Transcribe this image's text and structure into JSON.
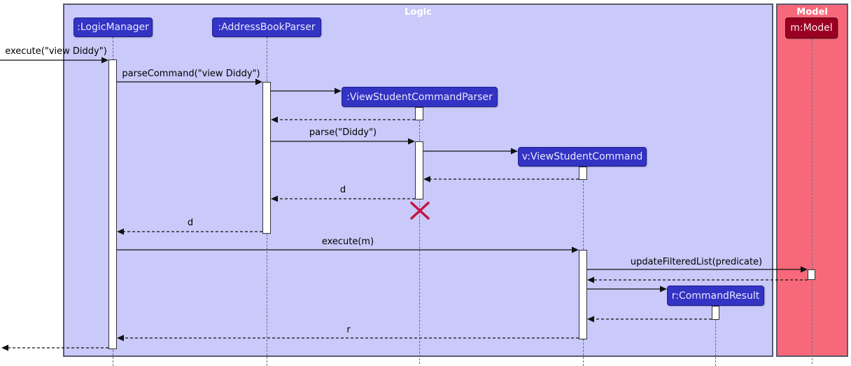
{
  "colors": {
    "logic_frame_bg": "#C9C9FA",
    "logic_frame_border": "#5A5A6E",
    "model_frame_bg": "#F7697A",
    "model_frame_border": "#5A5A6E",
    "participant_bg": "#3333C4",
    "participant_border": "#1F1F8F",
    "participant_text": "#E8E8FF",
    "model_participant_bg": "#990022",
    "model_participant_border": "#550011",
    "model_participant_text": "#FFE9EC",
    "frame_title_text": "#FFFFFF",
    "message_text": "#000000",
    "destroy_x": "#C41441",
    "lifeline": "#6B6B7B",
    "activation_bg": "#FFFFFF",
    "activation_border": "#303030",
    "canvas_bg": "#FFFFFF"
  },
  "frames": {
    "logic": {
      "title": "Logic"
    },
    "model": {
      "title": "Model"
    }
  },
  "participants": {
    "logic_manager": {
      "label": ":LogicManager"
    },
    "address_book_parser": {
      "label": ":AddressBookParser"
    },
    "view_student_command_parser": {
      "label": ":ViewStudentCommandParser"
    },
    "view_student_command": {
      "label": "v:ViewStudentCommand"
    },
    "command_result": {
      "label": "r:CommandResult"
    },
    "model": {
      "label": "m:Model"
    }
  },
  "messages": {
    "execute_view": {
      "label": "execute(\"view Diddy\")",
      "type": "sync"
    },
    "parse_command": {
      "label": "parseCommand(\"view Diddy\")",
      "type": "sync"
    },
    "parse_diddy": {
      "label": "parse(\"Diddy\")",
      "type": "sync"
    },
    "return_d_parser": {
      "label": "d",
      "type": "return"
    },
    "return_d_logic": {
      "label": "d",
      "type": "return"
    },
    "execute_m": {
      "label": "execute(m)",
      "type": "sync"
    },
    "update_filtered_list": {
      "label": "updateFilteredList(predicate)",
      "type": "sync"
    },
    "return_r": {
      "label": "r",
      "type": "return"
    }
  }
}
